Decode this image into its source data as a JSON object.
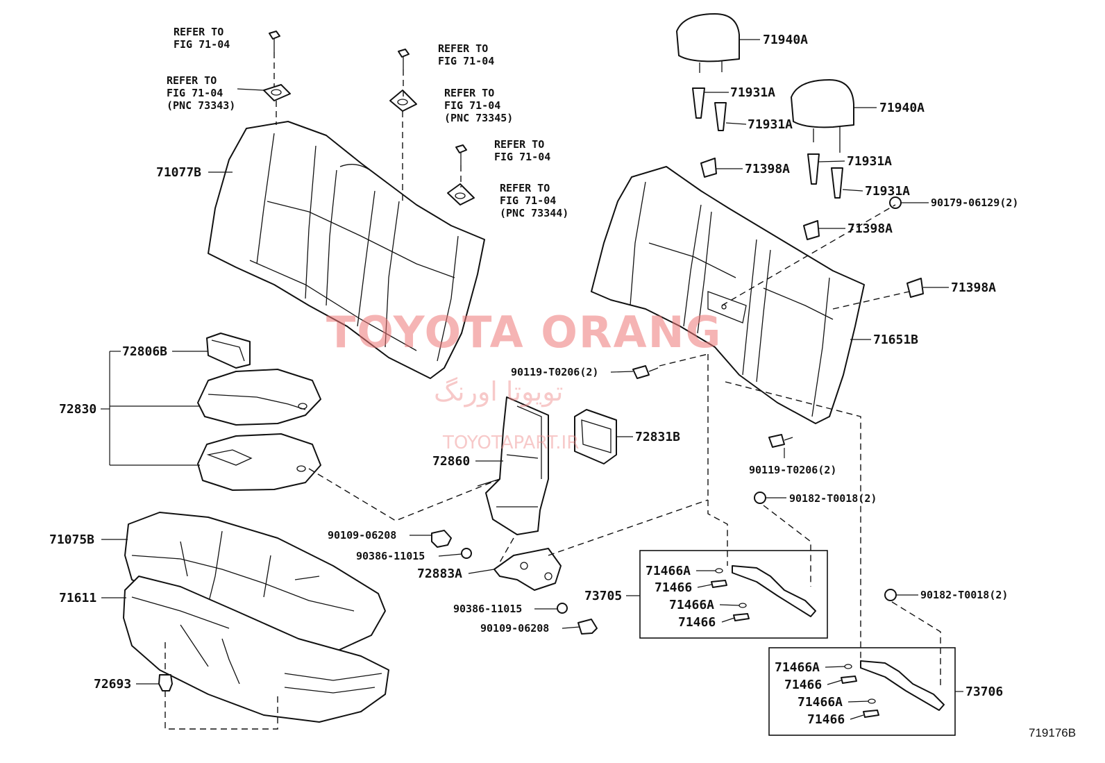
{
  "refs": {
    "r1": [
      "REFER TO",
      "FIG 71-04"
    ],
    "r2": [
      "REFER TO",
      "FIG 71-04",
      "(PNC 73343)"
    ],
    "r3": [
      "REFER TO",
      "FIG 71-04"
    ],
    "r4": [
      "REFER TO",
      "FIG 71-04",
      "(PNC 73345)"
    ],
    "r5": [
      "REFER TO",
      "FIG 71-04"
    ],
    "r6": [
      "REFER TO",
      "FIG 71-04",
      "(PNC 73344)"
    ]
  },
  "parts": {
    "p71077B": "71077B",
    "p72806B": "72806B",
    "p72830": "72830",
    "p72860": "72860",
    "p72831B": "72831B",
    "p71075B": "71075B",
    "p71611": "71611",
    "p72693": "72693",
    "p90109a": "90109-06208",
    "p90386a": "90386-11015",
    "p72883A": "72883A",
    "p90386b": "90386-11015",
    "p90109b": "90109-06208",
    "p71940A1": "71940A",
    "p71940A2": "71940A",
    "p71931A1": "71931A",
    "p71931A2": "71931A",
    "p71931A3": "71931A",
    "p71931A4": "71931A",
    "p71398A1": "71398A",
    "p71398A2": "71398A",
    "p71398A3": "71398A",
    "p90179": "90179-06129(2)",
    "p71651B": "71651B",
    "p90119a": "90119-T0206(2)",
    "p90119b": "90119-T0206(2)",
    "p90182a": "90182-T0018(2)",
    "p90182b": "90182-T0018(2)",
    "p73705": "73705",
    "p73706": "73706",
    "b1_71466A1": "71466A",
    "b1_71466_1": "71466",
    "b1_71466A2": "71466A",
    "b1_71466_2": "71466",
    "b2_71466A1": "71466A",
    "b2_71466_1": "71466",
    "b2_71466A2": "71466A",
    "b2_71466_2": "71466"
  },
  "watermark": {
    "main": "TOYOTA ORANG",
    "farsi": "تويوتا اورنگ",
    "url": "TOYOTAPART.IR"
  },
  "figure_code": "719176B"
}
